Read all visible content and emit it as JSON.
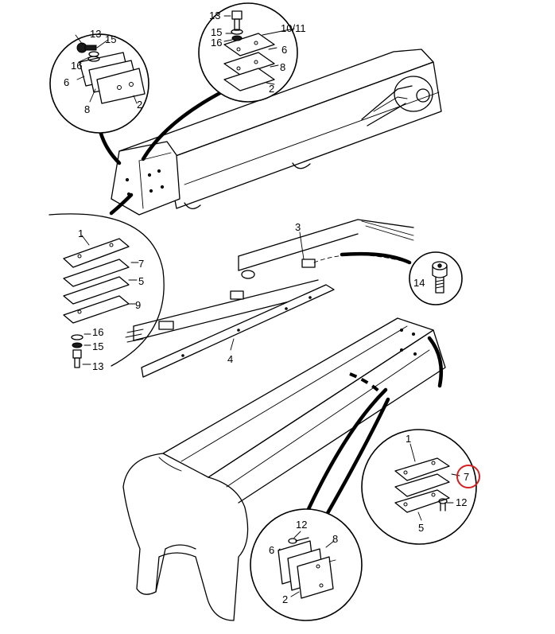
{
  "colors": {
    "line": "#000000",
    "background": "#ffffff",
    "highlight": "#d32020"
  },
  "labels": {
    "tl": {
      "p13": "13",
      "p15": "15",
      "p16": "16",
      "p6": "6",
      "p8": "8",
      "p2": "2"
    },
    "tc": {
      "p13": "13",
      "p15": "15",
      "p16": "16",
      "p10_11": "10/11",
      "p6": "6",
      "p8": "8",
      "p2": "2"
    },
    "ml": {
      "p1": "1",
      "p7": "7",
      "p5": "5",
      "p9": "9",
      "p16": "16",
      "p15": "15",
      "p13": "13"
    },
    "mid": {
      "p3": "3",
      "p4": "4",
      "p14": "14"
    },
    "br": {
      "p1": "1",
      "p7": "7",
      "p12": "12",
      "p5": "5"
    },
    "bc": {
      "p12": "12",
      "p6": "6",
      "p8": "8",
      "p2": "2"
    }
  },
  "highlighted_item": "7"
}
